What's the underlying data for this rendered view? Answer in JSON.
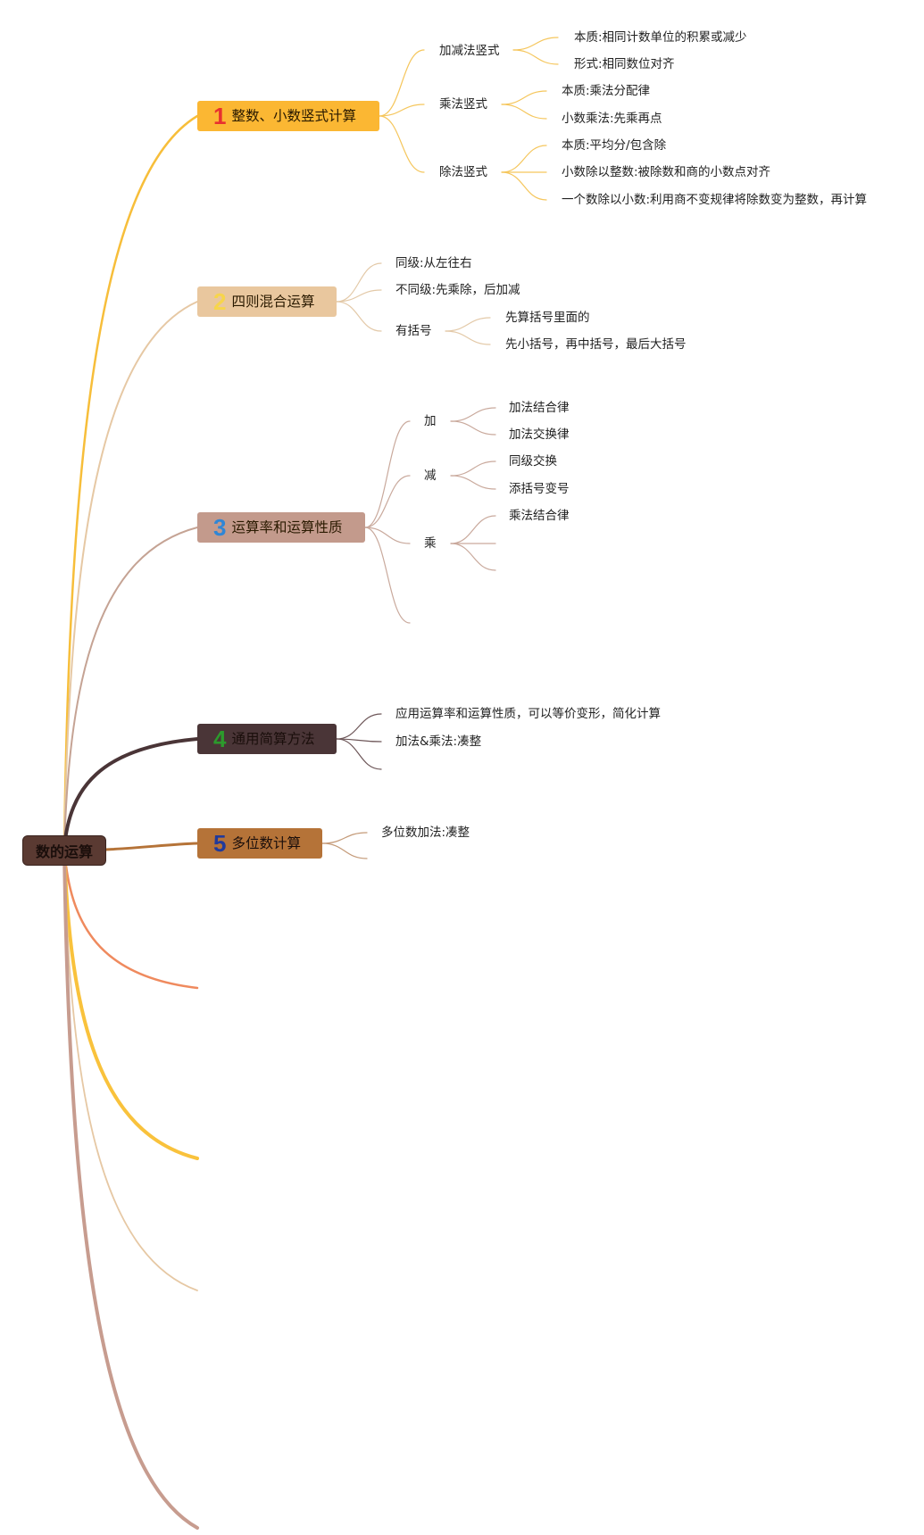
{
  "root": {
    "label": "数的运算"
  },
  "colors": {
    "b1_fill": "#fbb733",
    "b1_num": "#e8312f",
    "b2_fill": "#e9c79e",
    "b2_num": "#f7d54b",
    "b3_fill": "#c39a8c",
    "b3_num": "#2f86d6",
    "b4_fill": "#4a3537",
    "b4_num": "#2c9a2c",
    "b5_fill": "#b57338",
    "b5_num": "#213a9a",
    "root_fill": "#5a3a32"
  },
  "branches": [
    {
      "num": "1",
      "label": "整数、小数竖式计算",
      "children": [
        {
          "label": "加减法竖式",
          "items": [
            "本质:相同计数单位的积累或减少",
            "形式:相同数位对齐"
          ]
        },
        {
          "label": "乘法竖式",
          "items": [
            "本质:乘法分配律",
            "小数乘法:先乘再点"
          ]
        },
        {
          "label": "除法竖式",
          "items": [
            "本质:平均分/包含除",
            "小数除以整数:被除数和商的小数点对齐",
            "一个数除以小数:利用商不变规律将除数变为整数，再计算"
          ]
        }
      ]
    },
    {
      "num": "2",
      "label": "四则混合运算",
      "children": [
        {
          "label": "同级:从左往右"
        },
        {
          "label": "不同级:先乘除，后加减"
        },
        {
          "label": "有括号",
          "items": [
            "先算括号里面的",
            "先小括号，再中括号，最后大括号"
          ]
        }
      ]
    },
    {
      "num": "3",
      "label": "运算率和运算性质",
      "children": [
        {
          "label": "加",
          "items": [
            "加法结合律",
            "加法交换律"
          ]
        },
        {
          "label": "减",
          "items": [
            "同级交换",
            "添括号变号"
          ]
        },
        {
          "label": "乘",
          "items": [
            "乘法结合律"
          ]
        }
      ]
    },
    {
      "num": "4",
      "label": "通用简算方法",
      "children": [
        {
          "label": "应用运算率和运算性质，可以等价变形，简化计算"
        },
        {
          "label": "加法&乘法:凑整"
        }
      ]
    },
    {
      "num": "5",
      "label": "多位数计算",
      "children": [
        {
          "label": "多位数加法:凑整"
        }
      ]
    }
  ]
}
